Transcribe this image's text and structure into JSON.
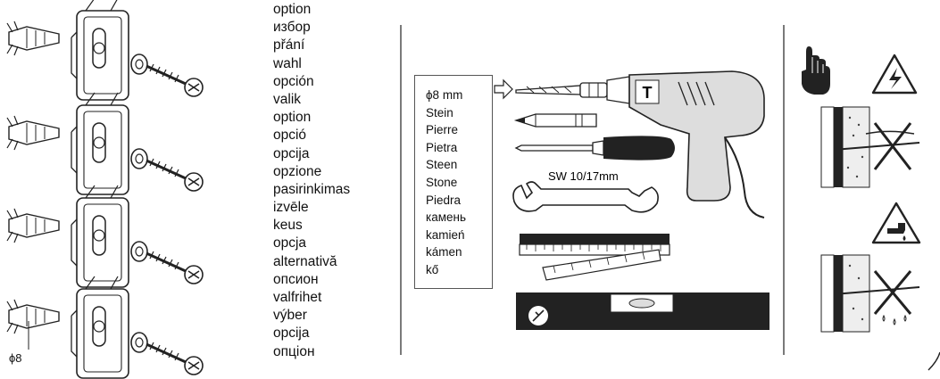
{
  "option_words": [
    "option",
    "избор",
    "přání",
    "wahl",
    "opción",
    "valik",
    "option",
    "opció",
    "opcija",
    "opzione",
    "pasirinkimas",
    "izvēle",
    "keus",
    "opcja",
    "alternativă",
    "опсион",
    "valfrihet",
    "výber",
    "opcija",
    "опціон"
  ],
  "materials": [
    "ϕ8 mm",
    "Stein",
    "Pierre",
    "Pietra",
    "Steen",
    "Stone",
    "Piedra",
    "камень",
    "kamień",
    "kámen",
    "kő"
  ],
  "wrench_size": "SW 10/17mm",
  "drill_bit_size": "ϕ8",
  "drill_letter": "T"
}
